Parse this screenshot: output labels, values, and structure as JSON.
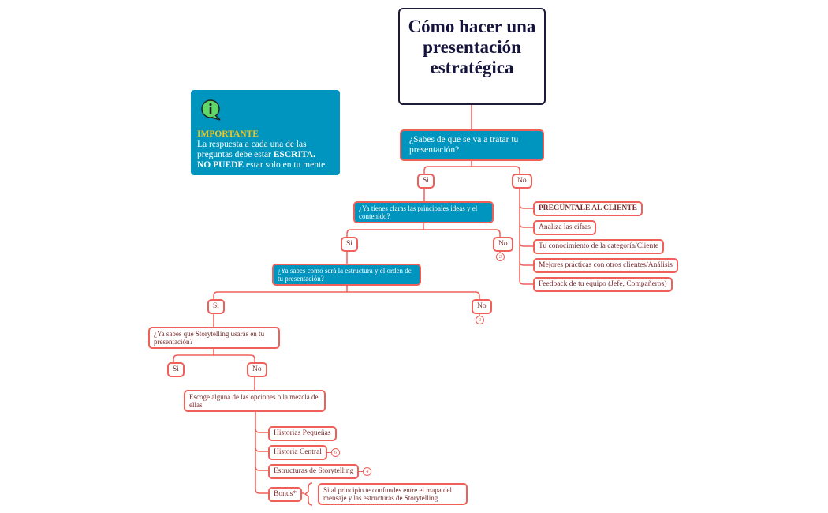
{
  "title": "Cómo hacer una presentación estratégica",
  "info": {
    "icon": "info-speech-bubble-icon",
    "heading": "IMPORTANTE",
    "line1": "La respuesta a cada una de las preguntas debe estar ",
    "bold1": "ESCRITA.",
    "bold2": "NO PUEDE",
    "line2": " estar solo en tu mente"
  },
  "q1": {
    "text": "¿Sabes de que se va a tratar tu presentación?",
    "yes": "Si",
    "no": "No"
  },
  "no1_items": [
    "PREGÚNTALE AL CLIENTE",
    "Analiza las cifras",
    "Tu conocimiento de la categoría/Cliente",
    "Mejores prácticas con otros clientes/Análisis",
    "Feedback  de tu equipo (Jefe, Compañeros)"
  ],
  "q2": {
    "text": "¿Ya tienes claras las principales ideas y el contenido?",
    "yes": "Si",
    "no": "No",
    "no_badge": "2"
  },
  "q3": {
    "text": "¿Ya sabes como será la estructura y el orden de tu presentación?",
    "yes": "Si",
    "no": "No",
    "no_badge": "2"
  },
  "q4": {
    "text": "¿Ya sabes que Storytelling usarás en tu presentación?",
    "yes": "Si",
    "no": "No"
  },
  "choose": "Escoge alguna de las opciones o la mezcla de ellas",
  "options": [
    {
      "label": "Historias Pequeñas"
    },
    {
      "label": "Historia Central",
      "badge": "6"
    },
    {
      "label": "Estructuras de Storytelling",
      "badge": "4"
    },
    {
      "label": "Bonus*"
    }
  ],
  "bonus_note": "Si al principio te confundes entre el mapa del mensaje y las estructuras de Storytelling",
  "colors": {
    "line": "#f0605a",
    "blue": "#0095bf",
    "title": "#14143c",
    "highlight": "#f5c518"
  }
}
